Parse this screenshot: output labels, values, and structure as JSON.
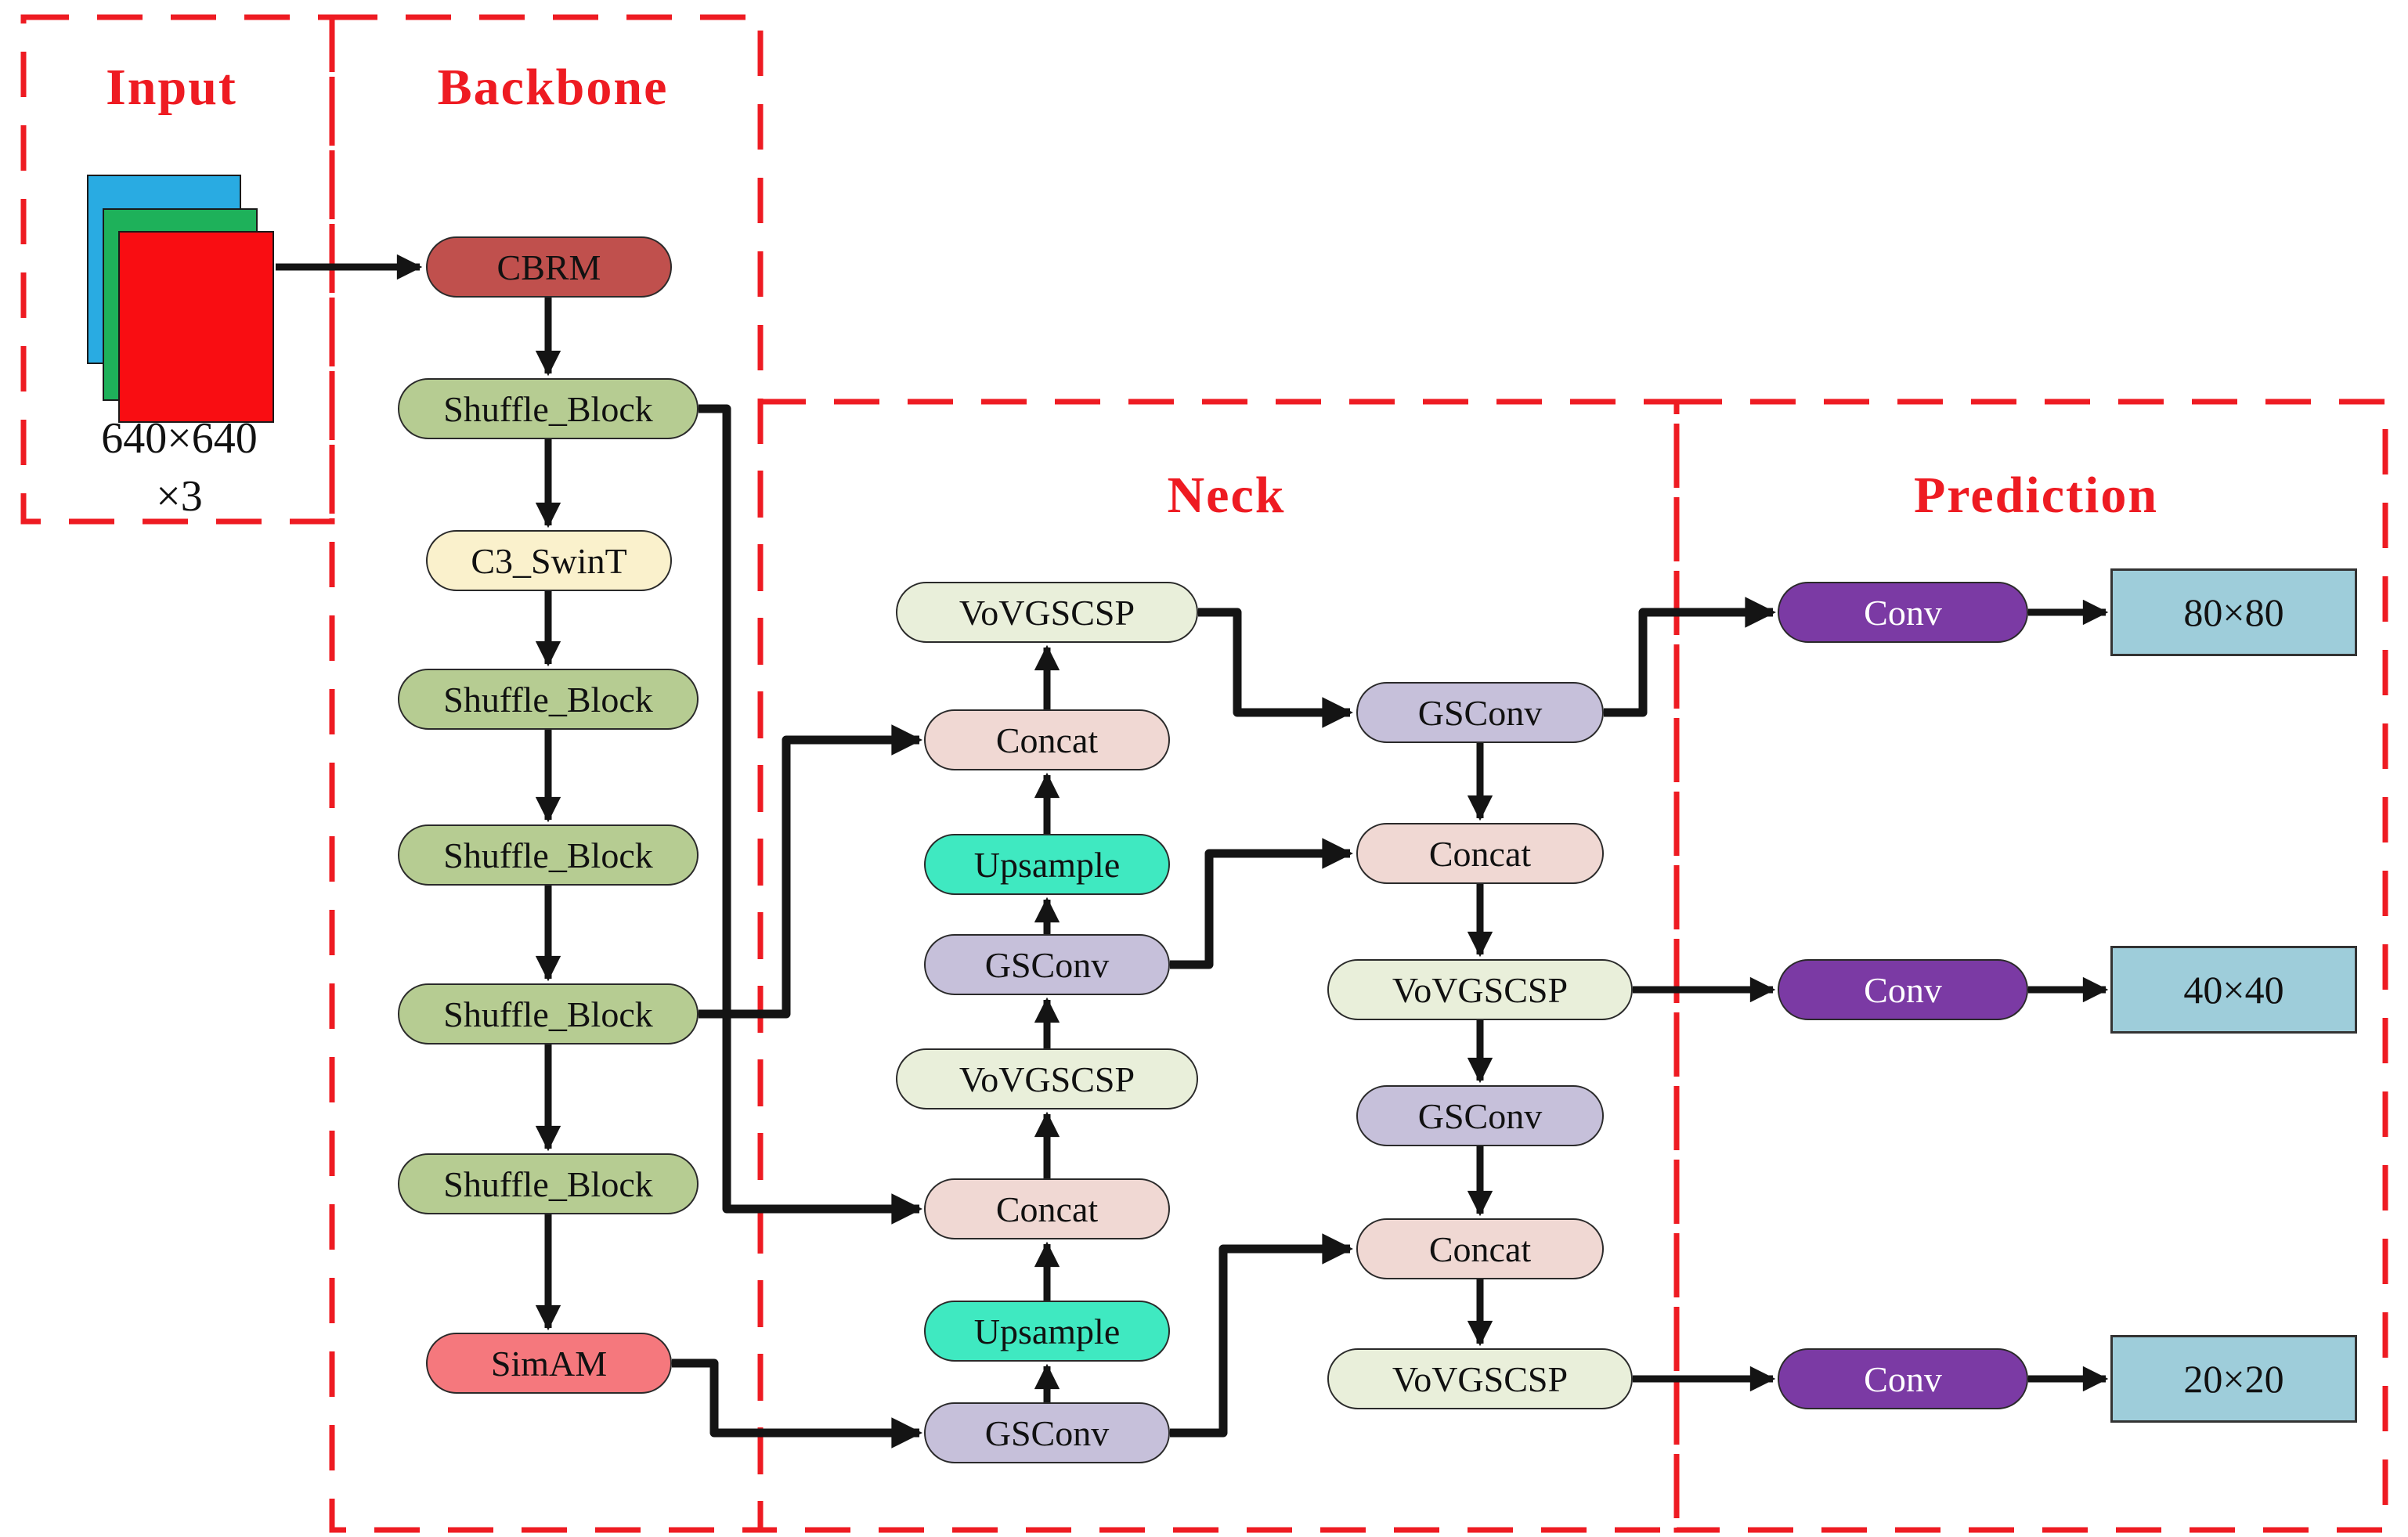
{
  "diagram": {
    "sections": {
      "input": {
        "title": "Input"
      },
      "backbone": {
        "title": "Backbone"
      },
      "neck": {
        "title": "Neck"
      },
      "prediction": {
        "title": "Prediction"
      }
    },
    "input": {
      "size_label_line1": "640×640",
      "size_label_line2": "×3",
      "image_layers": [
        {
          "name": "blue-channel",
          "color": "#29abe2"
        },
        {
          "name": "green-channel",
          "color": "#1eb15a"
        },
        {
          "name": "red-channel",
          "color": "#f90d12"
        }
      ]
    },
    "blocks": {
      "cbrm": {
        "label": "CBRM",
        "color": "#c0504d"
      },
      "shuffle_block": {
        "label": "Shuffle_Block",
        "color": "#b6cc92"
      },
      "c3_swint": {
        "label": "C3_SwinT",
        "color": "#faf1cc"
      },
      "simam": {
        "label": "SimAM",
        "color": "#f5787d"
      },
      "vovgscsp": {
        "label": "VoVGSCSP",
        "color": "#e9efda"
      },
      "concat": {
        "label": "Concat",
        "color": "#f0d8d3"
      },
      "upsample": {
        "label": "Upsample",
        "color": "#3fe9c1"
      },
      "gsconv": {
        "label": "GSConv",
        "color": "#c6c0da"
      },
      "conv": {
        "label": "Conv",
        "color": "#7b3aa4",
        "text_color": "#ffffff"
      }
    },
    "outputs": [
      {
        "label": "80×80"
      },
      {
        "label": "40×40"
      },
      {
        "label": "20×20"
      }
    ],
    "output_box_color": "#9ecdda",
    "accent": {
      "region_dash_red": "#ee1b22",
      "title_red": "#ee1b22",
      "wire_black": "#141414"
    }
  }
}
